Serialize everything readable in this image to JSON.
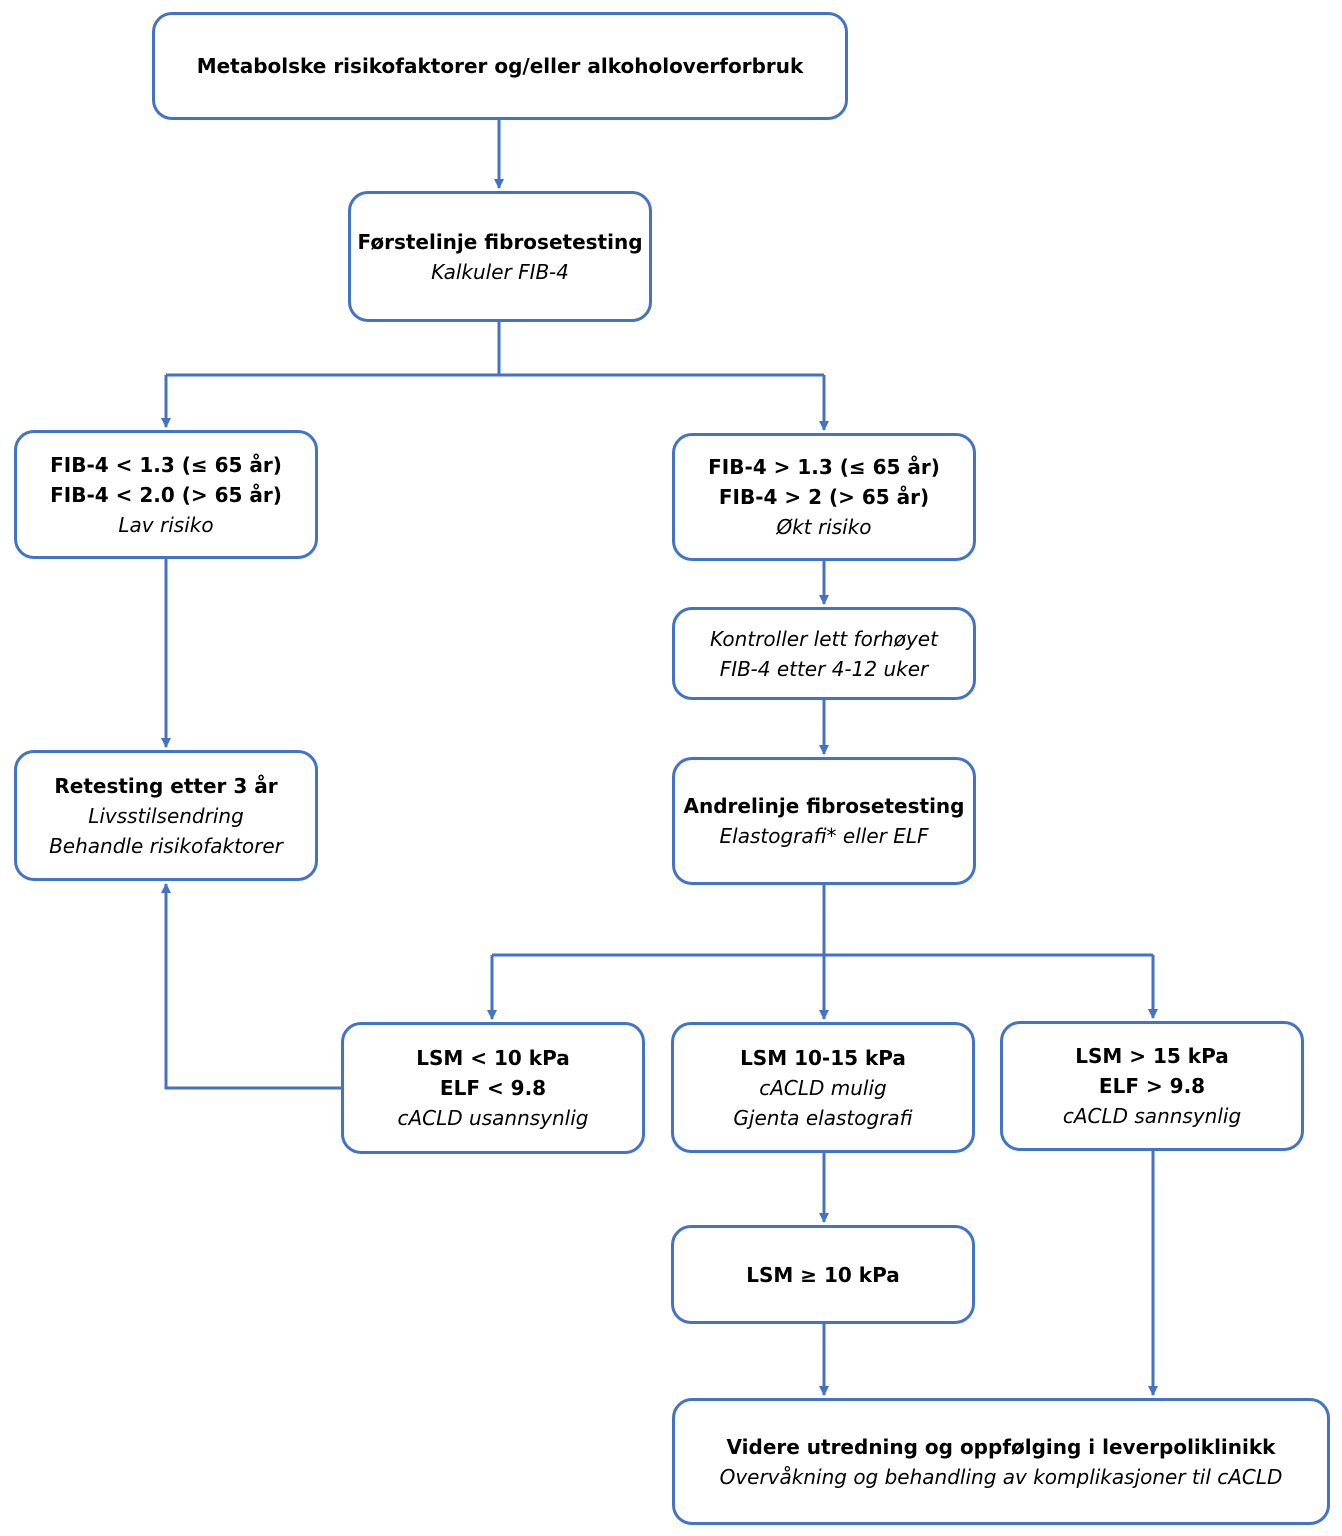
{
  "colors": {
    "line": "#4472C4",
    "box_border": "#4472C4",
    "text": "#000000"
  },
  "nodes": {
    "start": {
      "line1": "Metabolske risikofaktorer og/eller alkoholoverforbruk"
    },
    "first_line": {
      "title": "Førstelinje fibrosetesting",
      "subtitle": "Kalkuler FIB-4"
    },
    "low_risk": {
      "line1": "FIB-4 < 1.3 (≤ 65 år)",
      "line2": "FIB-4 < 2.0 (> 65 år)",
      "subtitle": "Lav risiko"
    },
    "high_risk": {
      "line1": "FIB-4 > 1.3 (≤ 65 år)",
      "line2": "FIB-4 > 2 (> 65 år)",
      "subtitle": "Økt risiko"
    },
    "control": {
      "line1": "Kontroller lett forhøyet",
      "line2": "FIB-4 etter 4-12 uker"
    },
    "retest": {
      "title": "Retesting etter 3 år",
      "line1": "Livsstilsendring",
      "line2": "Behandle risikofaktorer"
    },
    "second_line": {
      "title": "Andrelinje fibrosetesting",
      "subtitle": "Elastografi* eller ELF"
    },
    "lsm_low": {
      "line1": "LSM < 10 kPa",
      "line2": "ELF < 9.8",
      "subtitle": "cACLD usannsynlig"
    },
    "lsm_mid": {
      "line1": "LSM 10-15 kPa",
      "line2": "cACLD mulig",
      "line3": "Gjenta elastografi"
    },
    "lsm_high": {
      "line1": "LSM > 15 kPa",
      "line2": "ELF > 9.8",
      "subtitle": "cACLD sannsynlig"
    },
    "lsm_ge10": {
      "line1": "LSM ≥ 10 kPa"
    },
    "followup": {
      "title": "Videre utredning og oppfølging i leverpoliklinikk",
      "subtitle": "Overvåkning og behandling av komplikasjoner til cACLD"
    }
  }
}
